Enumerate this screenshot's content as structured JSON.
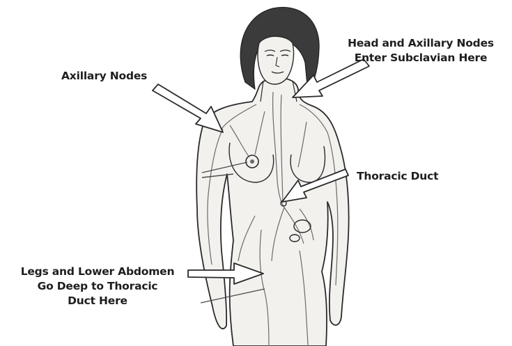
{
  "diagram": {
    "labels": {
      "axillary_nodes": {
        "lines": [
          "Axillary Nodes"
        ]
      },
      "head_and_axillary": {
        "lines": [
          "Head and Axillary Nodes",
          "Enter Subclavian Here"
        ]
      },
      "thoracic_duct": {
        "lines": [
          "Thoracic Duct"
        ]
      },
      "legs_lower_abdomen": {
        "lines": [
          "Legs and Lower Abdomen",
          "Go Deep to Thoracic",
          "Duct Here"
        ]
      }
    },
    "colors": {
      "background": "#ffffff",
      "ink": "#2a2a2a",
      "skin": "#f3f1ee",
      "hair": "#3b3b3b",
      "vessel": "#6a6a6a"
    }
  }
}
